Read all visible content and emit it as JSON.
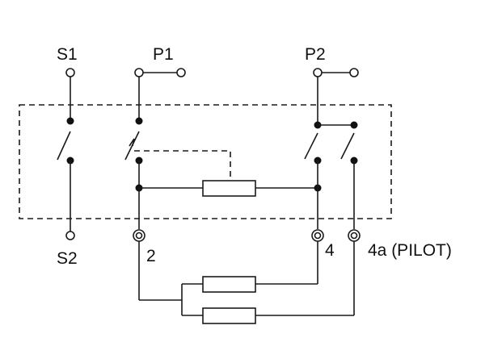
{
  "labels": {
    "s1": "S1",
    "p1": "P1",
    "p2": "P2",
    "s2": "S2",
    "t2": "2",
    "t4": "4",
    "t4a": "4a (PILOT)"
  },
  "colors": {
    "line": "#1a1a1a",
    "background": "#ffffff"
  }
}
